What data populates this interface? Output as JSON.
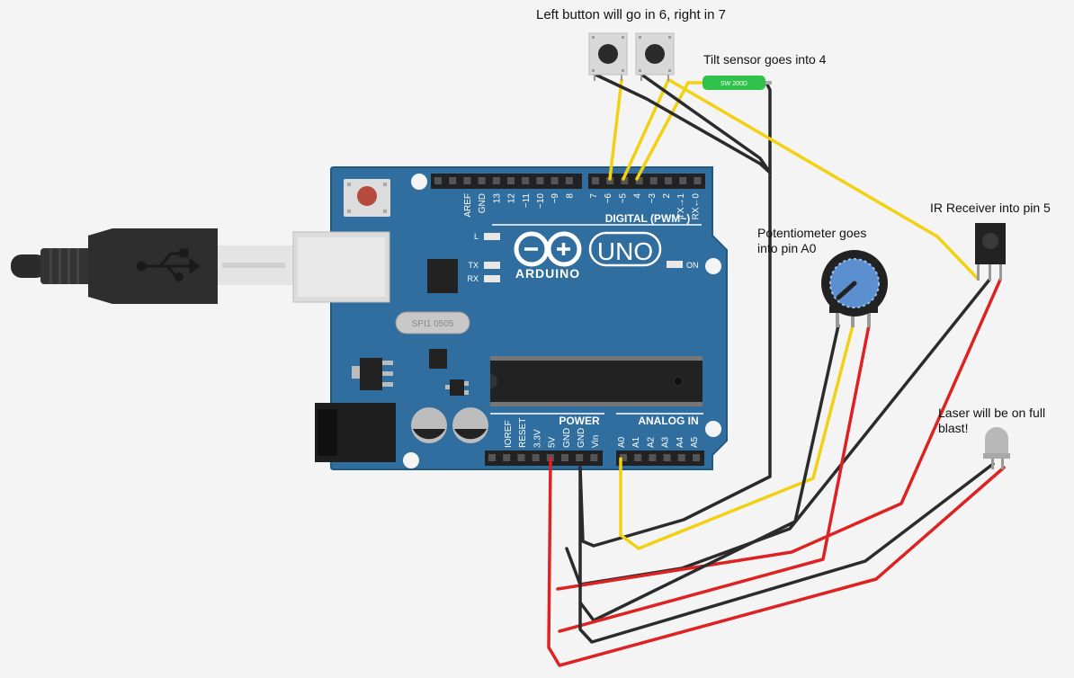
{
  "annotations": {
    "buttons": "Left button will go in 6, right in 7",
    "tilt": "Tilt sensor goes into 4",
    "ir": "IR Receiver into pin 5",
    "pot_line1": "Potentiometer goes",
    "pot_line2": "into pin A0",
    "laser_line1": "Laser will be on full",
    "laser_line2": "blast!"
  },
  "board": {
    "brand": "ARDUINO",
    "model": "UNO",
    "digital_label": "DIGITAL (PWM~)",
    "power_label": "POWER",
    "analog_label": "ANALOG IN",
    "led_l": "L",
    "led_tx": "TX",
    "led_rx": "RX",
    "led_on": "ON",
    "crystal": "SPI1 0505",
    "digital_pins_left": [
      "AREF",
      "GND",
      "13",
      "12",
      "~11",
      "~10",
      "~9",
      "8"
    ],
    "digital_pins_right": [
      "7",
      "~6",
      "~5",
      "4",
      "~3",
      "2",
      "TX→1",
      "RX←0"
    ],
    "power_pins": [
      "IOREF",
      "RESET",
      "3.3V",
      "5V",
      "GND",
      "GND",
      "Vin"
    ],
    "analog_pins": [
      "A0",
      "A1",
      "A2",
      "A3",
      "A4",
      "A5"
    ]
  },
  "tilt_sensor_label": "SW 200D",
  "colors": {
    "board": "#2f6e9e",
    "board_edge": "#23587f",
    "wire_yellow": "#f2d012",
    "wire_black": "#2b2b2b",
    "wire_red": "#dd2222",
    "tilt_green": "#2fc14a",
    "pot_knob": "#5b8fd0"
  }
}
